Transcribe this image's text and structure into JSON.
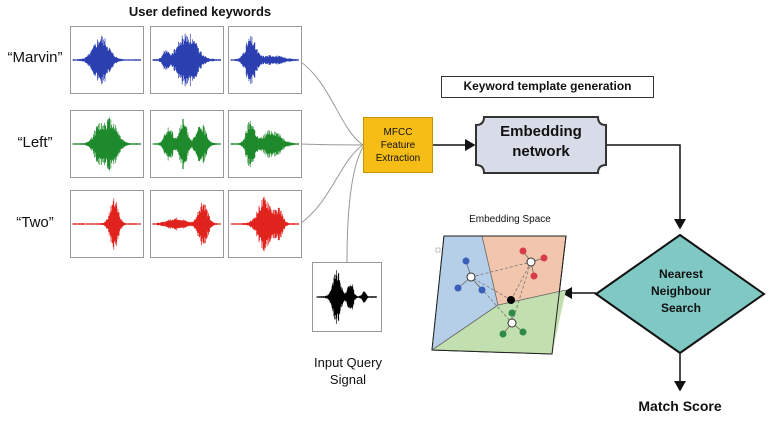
{
  "header": {
    "title": "User defined keywords"
  },
  "rows": [
    {
      "label": "“Marvin”",
      "color": "#2b3fb0"
    },
    {
      "label": "“Left”",
      "color": "#1f8a2c"
    },
    {
      "label": "“Two”",
      "color": "#e0231c"
    }
  ],
  "mfcc": {
    "line1": "MFCC",
    "line2": "Feature",
    "line3": "Extraction",
    "color": "#f6bd17"
  },
  "template": {
    "label": "Keyword template generation"
  },
  "embedding": {
    "line1": "Embedding",
    "line2": "network",
    "color": "#d8dce8"
  },
  "space": {
    "label": "Embedding Space"
  },
  "nearest": {
    "line1": "Nearest",
    "line2": "Neighbour",
    "line3": "Search",
    "color": "#7fc8c4"
  },
  "query": {
    "line1": "Input Query",
    "line2": "Signal"
  },
  "result": {
    "label": "Match Score"
  }
}
